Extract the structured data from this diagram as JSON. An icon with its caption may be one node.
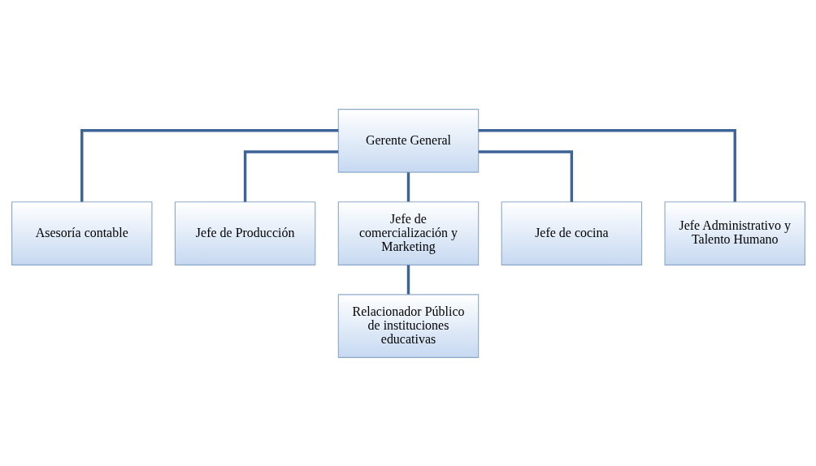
{
  "diagram": {
    "nodes": [
      {
        "text": [
          "Gerente General"
        ]
      },
      {
        "text": [
          "Asesoría contable"
        ]
      },
      {
        "text": [
          "Jefe de Producción"
        ]
      },
      {
        "text": [
          "Jefe de comercialización y Marketing"
        ]
      },
      {
        "text": [
          "Jefe de cocina"
        ]
      },
      {
        "text": [
          "Jefe Administrativo y Talento Humano"
        ]
      },
      {
        "text": [
          "Relacionador Público de instituciones educativas"
        ]
      }
    ],
    "edges": [
      {
        "from": 0,
        "to": 1,
        "arrow": "none"
      },
      {
        "from": 0,
        "to": 2,
        "arrow": "none"
      },
      {
        "from": 0,
        "to": 3,
        "arrow": "none"
      },
      {
        "from": 0,
        "to": 4,
        "arrow": "none"
      },
      {
        "from": 0,
        "to": 5,
        "arrow": "none"
      },
      {
        "from": 3,
        "to": 6,
        "arrow": "none"
      }
    ]
  }
}
